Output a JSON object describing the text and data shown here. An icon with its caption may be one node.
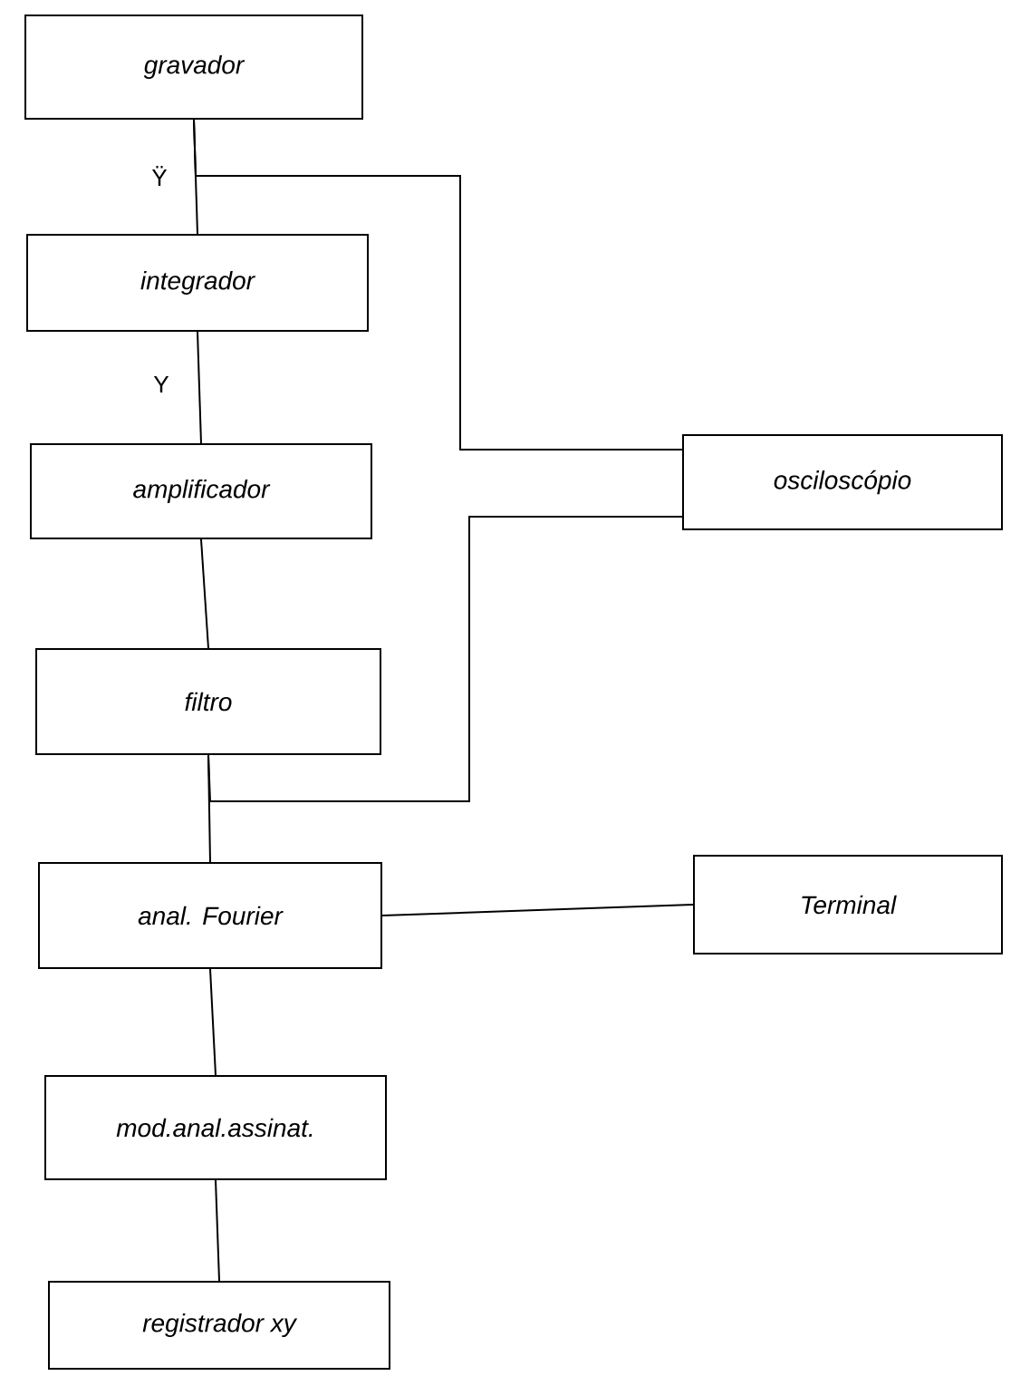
{
  "diagram": {
    "nodes": [
      {
        "text": [
          "gravador"
        ]
      },
      {
        "text": [
          "integrador"
        ]
      },
      {
        "text": [
          "amplificador"
        ]
      },
      {
        "text": [
          "osciloscópio"
        ]
      },
      {
        "text": [
          "filtro"
        ]
      },
      {
        "text": [
          "anal. Fourier"
        ]
      },
      {
        "text": [
          "Terminal"
        ]
      },
      {
        "text": [
          "mod.anal.assinat."
        ]
      },
      {
        "text": [
          "registrador xy"
        ]
      }
    ],
    "edges": [
      {
        "from": 0,
        "to": 1,
        "arrow": "none",
        "label": "Ÿ"
      },
      {
        "from": 0,
        "to": 3,
        "arrow": "none"
      },
      {
        "from": 1,
        "to": 2,
        "arrow": "none",
        "label": "Y"
      },
      {
        "from": 2,
        "to": 4,
        "arrow": "none"
      },
      {
        "from": 4,
        "to": 5,
        "arrow": "none"
      },
      {
        "from": 4,
        "to": 3,
        "arrow": "none"
      },
      {
        "from": 5,
        "to": 6,
        "arrow": "none"
      },
      {
        "from": 5,
        "to": 7,
        "arrow": "none"
      },
      {
        "from": 7,
        "to": 8,
        "arrow": "none"
      }
    ]
  }
}
